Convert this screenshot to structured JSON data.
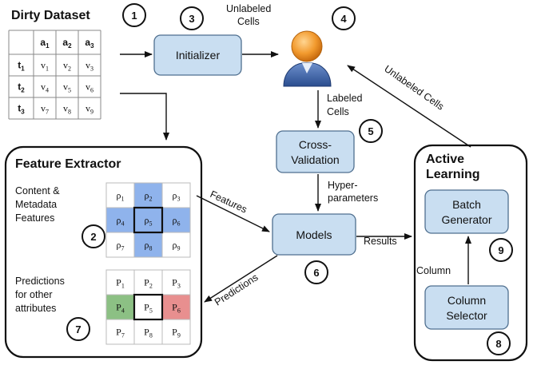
{
  "colors": {
    "box_fill": "#c9def1",
    "box_stroke": "#4f6f8f",
    "blue_cell": "#8fb3ec",
    "green_cell": "#8cc084",
    "red_cell": "#e88f8f",
    "grid_line": "#888888"
  },
  "dirty_dataset": {
    "title": "Dirty Dataset",
    "badge": "1",
    "col_headers": [
      {
        "s": "a",
        "sub": "1"
      },
      {
        "s": "a",
        "sub": "2"
      },
      {
        "s": "a",
        "sub": "3"
      }
    ],
    "row_headers": [
      {
        "s": "t",
        "sub": "1"
      },
      {
        "s": "t",
        "sub": "2"
      },
      {
        "s": "t",
        "sub": "3"
      }
    ],
    "cells": [
      [
        {
          "s": "v",
          "sub": "1"
        },
        {
          "s": "v",
          "sub": "2"
        },
        {
          "s": "v",
          "sub": "3"
        }
      ],
      [
        {
          "s": "v",
          "sub": "4"
        },
        {
          "s": "v",
          "sub": "5"
        },
        {
          "s": "v",
          "sub": "6"
        }
      ],
      [
        {
          "s": "v",
          "sub": "7"
        },
        {
          "s": "v",
          "sub": "8"
        },
        {
          "s": "v",
          "sub": "9"
        }
      ]
    ]
  },
  "initializer": {
    "label": "Initializer",
    "badge": "3"
  },
  "user": {
    "badge": "4",
    "icon": "user-icon"
  },
  "cross_validation": {
    "line1": "Cross-",
    "line2": "Validation",
    "badge": "5"
  },
  "models": {
    "label": "Models",
    "badge": "6"
  },
  "feature_extractor": {
    "title": "Feature Extractor",
    "content_label": [
      "Content &",
      "Metadata",
      "Features"
    ],
    "content_badge": "2",
    "rho_cells": [
      {
        "s": "ρ",
        "sub": "1",
        "fill": "none"
      },
      {
        "s": "ρ",
        "sub": "2",
        "fill": "blue"
      },
      {
        "s": "ρ",
        "sub": "3",
        "fill": "none"
      },
      {
        "s": "ρ",
        "sub": "4",
        "fill": "blue"
      },
      {
        "s": "ρ",
        "sub": "5",
        "fill": "blue"
      },
      {
        "s": "ρ",
        "sub": "6",
        "fill": "blue"
      },
      {
        "s": "ρ",
        "sub": "7",
        "fill": "none"
      },
      {
        "s": "ρ",
        "sub": "8",
        "fill": "blue"
      },
      {
        "s": "ρ",
        "sub": "9",
        "fill": "none"
      }
    ],
    "pred_label": [
      "Predictions",
      "for other",
      "attributes"
    ],
    "pred_badge": "7",
    "p_cells": [
      {
        "s": "P",
        "sub": "1",
        "fill": "none"
      },
      {
        "s": "P",
        "sub": "2",
        "fill": "none"
      },
      {
        "s": "P",
        "sub": "3",
        "fill": "none"
      },
      {
        "s": "P",
        "sub": "4",
        "fill": "green"
      },
      {
        "s": "P",
        "sub": "5",
        "fill": "none"
      },
      {
        "s": "P",
        "sub": "6",
        "fill": "red"
      },
      {
        "s": "P",
        "sub": "7",
        "fill": "none"
      },
      {
        "s": "P",
        "sub": "8",
        "fill": "none"
      },
      {
        "s": "P",
        "sub": "9",
        "fill": "none"
      }
    ]
  },
  "active_learning": {
    "title_line1": "Active",
    "title_line2": "Learning",
    "batch": {
      "line1": "Batch",
      "line2": "Generator",
      "badge": "9"
    },
    "column_selector": {
      "line1": "Column",
      "line2": "Selector",
      "badge": "8"
    },
    "column_label": "Column"
  },
  "edges": {
    "unlabeled_cells_top": [
      "Unlabeled",
      "Cells"
    ],
    "labeled_cells": [
      "Labeled",
      "Cells"
    ],
    "unlabeled_cells_diag": "Unlabeled Cells",
    "hyper": [
      "Hyper-",
      "parameters"
    ],
    "features": "Features",
    "predictions": "Predictions",
    "results": "Results"
  }
}
